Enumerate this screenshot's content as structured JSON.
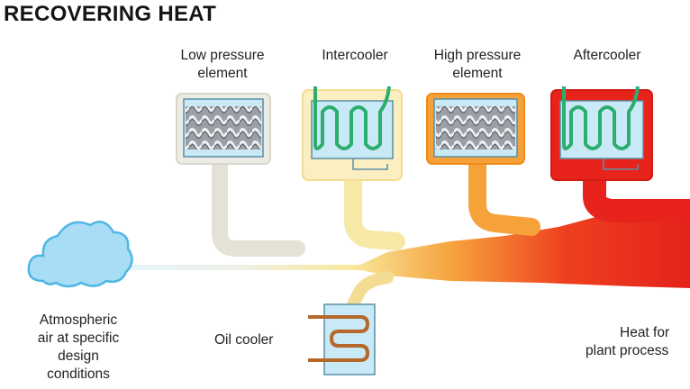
{
  "title": "RECOVERING HEAT",
  "labels": {
    "low_pressure_l1": "Low pressure",
    "low_pressure_l2": "element",
    "intercooler": "Intercooler",
    "high_pressure_l1": "High pressure",
    "high_pressure_l2": "element",
    "aftercooler": "Aftercooler",
    "atmospheric_l1": "Atmospheric",
    "atmospheric_l2": "air at specific",
    "atmospheric_l3": "design",
    "atmospheric_l4": "conditions",
    "oil_cooler": "Oil cooler",
    "heat_l1": "Heat for",
    "heat_l2": "plant process"
  },
  "colors": {
    "cool": "#bfe6f7",
    "warm": "#f7e58a",
    "orange": "#f28a1e",
    "hot": "#e8231b",
    "cloud": "#a9dcf5",
    "coil": "#2cae6e",
    "oil_coil": "#b5682a"
  }
}
